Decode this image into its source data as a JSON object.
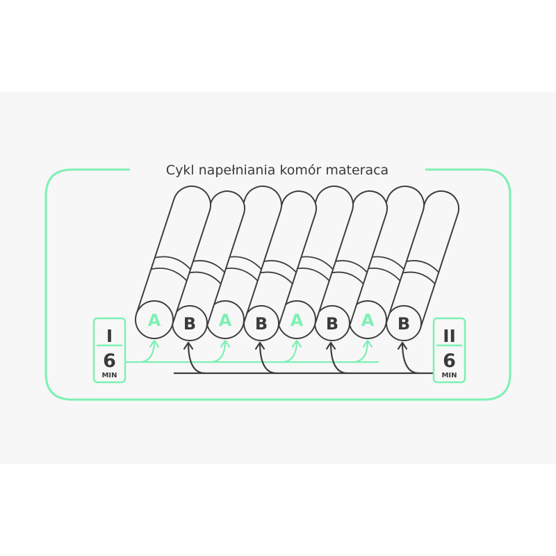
{
  "title": "Cykl napełniania komór materaca",
  "colors": {
    "accent": "#7ef0b4",
    "stroke": "#3d3d3d",
    "background": "#f7f7f7",
    "letter_b": "#3a3a3a"
  },
  "chambers": [
    "A",
    "B",
    "A",
    "B",
    "A",
    "B",
    "A",
    "B"
  ],
  "phases": [
    {
      "roman": "I",
      "duration": "6",
      "unit": "MIN",
      "group": "A"
    },
    {
      "roman": "II",
      "duration": "6",
      "unit": "MIN",
      "group": "B"
    }
  ]
}
